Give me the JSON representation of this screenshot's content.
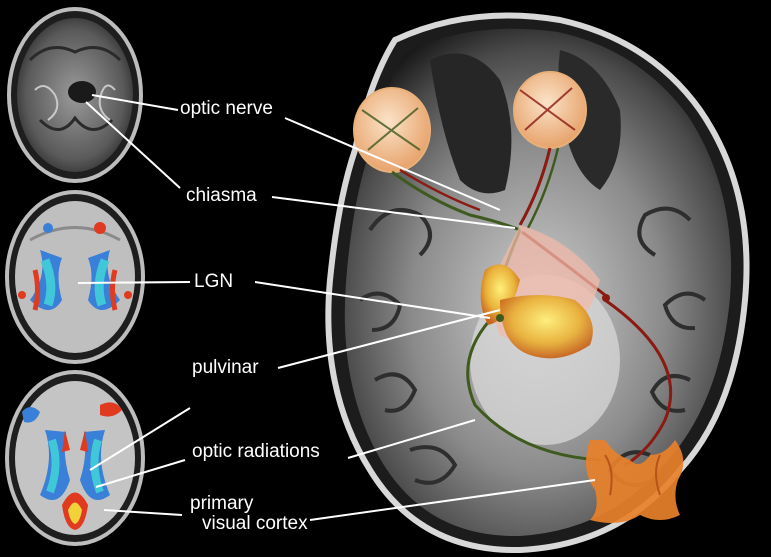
{
  "labels": {
    "optic_nerve": "optic nerve",
    "chiasma": "chiasma",
    "lgn": "LGN",
    "pulvinar": "pulvinar",
    "optic_radiations": "optic radiations",
    "primary_visual_cortex_line1": "primary",
    "primary_visual_cortex_line2": "visual cortex"
  },
  "colors": {
    "background": "#000000",
    "label_text": "#ffffff",
    "leader_line": "#ffffff",
    "pathway_left": "#3f5a1e",
    "pathway_right": "#8a1a12",
    "eye_fill": "#f2c9a0",
    "lgn_yellow": "#f2d23a",
    "cortex_orange": "#e8802a",
    "fmri_blue": "#3a7fd8",
    "fmri_cyan": "#40c8d8",
    "fmri_red": "#e03a20"
  }
}
